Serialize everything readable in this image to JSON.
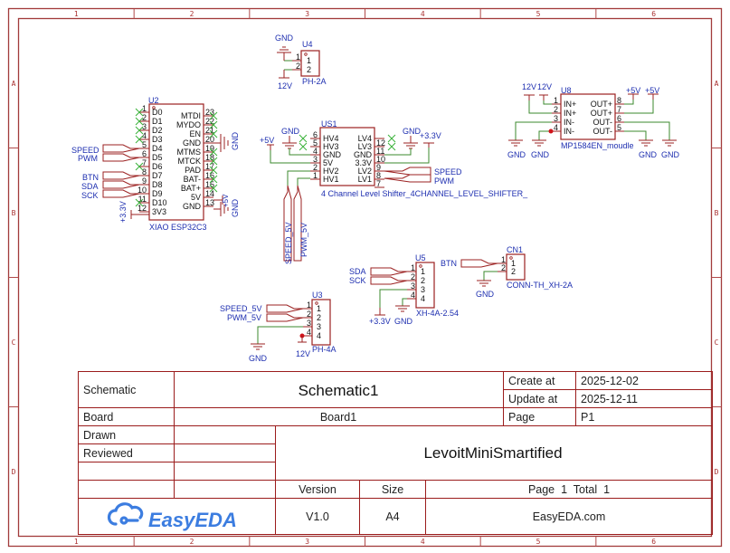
{
  "frame": {
    "columns": [
      "1",
      "2",
      "3",
      "4",
      "5",
      "6"
    ],
    "rows": [
      "A",
      "B",
      "C",
      "D"
    ]
  },
  "components": {
    "u2": {
      "ref": "U2",
      "name": "XIAO ESP32C3",
      "left_pins": [
        {
          "num": "1",
          "label": "D0"
        },
        {
          "num": "2",
          "label": "D1"
        },
        {
          "num": "3",
          "label": "D2"
        },
        {
          "num": "4",
          "label": "D3"
        },
        {
          "num": "5",
          "label": "D4"
        },
        {
          "num": "6",
          "label": "D5"
        },
        {
          "num": "7",
          "label": "D6"
        },
        {
          "num": "8",
          "label": "D7"
        },
        {
          "num": "9",
          "label": "D8"
        },
        {
          "num": "10",
          "label": "D9"
        },
        {
          "num": "11",
          "label": "D10"
        },
        {
          "num": "12",
          "label": "3V3"
        }
      ],
      "right_pins": [
        {
          "num": "23",
          "label": "MTDI"
        },
        {
          "num": "22",
          "label": "MYDO"
        },
        {
          "num": "21",
          "label": "EN"
        },
        {
          "num": "20",
          "label": "GND"
        },
        {
          "num": "19",
          "label": "MTMS"
        },
        {
          "num": "18",
          "label": "MTCK"
        },
        {
          "num": "17",
          "label": "PAD"
        },
        {
          "num": "16",
          "label": "BAT-"
        },
        {
          "num": "15",
          "label": "BAT+"
        },
        {
          "num": "14",
          "label": "5V"
        },
        {
          "num": "13",
          "label": "GND"
        }
      ],
      "nets": {
        "speed": "SPEED",
        "pwm": "PWM",
        "btn": "BTN",
        "sda": "SDA",
        "sck": "SCK",
        "v33": "+3.3V",
        "gnd1": "GND",
        "v5": "+5V",
        "gnd2": "GND"
      }
    },
    "u4": {
      "ref": "U4",
      "name": "PH-2A",
      "pins": [
        "1",
        "2"
      ],
      "gnd": "GND",
      "v12": "12V"
    },
    "us1": {
      "ref": "US1",
      "name": "4 Channel Level Shifter_4CHANNEL_LEVEL_SHIFTER_",
      "left_pins": [
        {
          "num": "6",
          "label": "HV4"
        },
        {
          "num": "5",
          "label": "HV3"
        },
        {
          "num": "4",
          "label": "GND"
        },
        {
          "num": "3",
          "label": "5V"
        },
        {
          "num": "2",
          "label": "HV2"
        },
        {
          "num": "1",
          "label": "HV1"
        }
      ],
      "right_pins": [
        {
          "num": "",
          "label": "LV4"
        },
        {
          "num": "12",
          "label": "LV3"
        },
        {
          "num": "11",
          "label": "GND"
        },
        {
          "num": "10",
          "label": "3.3V"
        },
        {
          "num": "9",
          "label": "LV2"
        },
        {
          "num": "8",
          "label": "LV1"
        },
        {
          "num": "7",
          "label": ""
        }
      ],
      "nets": {
        "gnd_l": "GND",
        "v5": "+5V",
        "gnd_r": "GND",
        "v33": "+3.3V",
        "speed": "SPEED",
        "pwm": "PWM",
        "speed5": "SPEED_5V",
        "pwm5": "PWM_5V"
      }
    },
    "u8": {
      "ref": "U8",
      "name": "MP1584EN_moudle",
      "left_pins": [
        {
          "num": "1",
          "label": "IN+"
        },
        {
          "num": "2",
          "label": "IN+"
        },
        {
          "num": "3",
          "label": "IN-"
        },
        {
          "num": "4",
          "label": "IN-"
        }
      ],
      "right_pins": [
        {
          "num": "8",
          "label": "OUT+"
        },
        {
          "num": "7",
          "label": "OUT+"
        },
        {
          "num": "6",
          "label": "OUT-"
        },
        {
          "num": "5",
          "label": "OUT-"
        }
      ],
      "nets": {
        "v12a": "12V",
        "v12b": "12V",
        "v5a": "+5V",
        "v5b": "+5V",
        "gnd": "GND"
      }
    },
    "u5": {
      "ref": "U5",
      "name": "XH-4A-2.54",
      "pins": [
        "1",
        "2",
        "3",
        "4"
      ],
      "nets": {
        "sda": "SDA",
        "sck": "SCK",
        "v33": "+3.3V",
        "gnd": "GND"
      }
    },
    "cn1": {
      "ref": "CN1",
      "name": "CONN-TH_XH-2A",
      "pins": [
        "1",
        "2"
      ],
      "nets": {
        "btn": "BTN",
        "gnd": "GND"
      }
    },
    "u3": {
      "ref": "U3",
      "name": "PH-4A",
      "pins": [
        "1",
        "2",
        "3",
        "4"
      ],
      "nets": {
        "speed5": "SPEED_5V",
        "pwm5": "PWM_5V",
        "gnd": "GND",
        "v12": "12V"
      }
    }
  },
  "title_block": {
    "schematic_label": "Schematic",
    "schematic_value": "Schematic1",
    "board_label": "Board",
    "board_value": "Board1",
    "drawn_label": "Drawn",
    "reviewed_label": "Reviewed",
    "create_label": "Create at",
    "create_value": "2025-12-02",
    "update_label": "Update at",
    "update_value": "2025-12-11",
    "page_label": "Page",
    "page_value": "P1",
    "project": "LevoitMiniSmartified",
    "version_label": "Version",
    "version_value": "V1.0",
    "size_label": "Size",
    "size_value": "A4",
    "page_total": "Page  1  Total  1",
    "site": "EasyEDA.com",
    "logo": "EasyEDA",
    "brand_color": "#3c7de0"
  }
}
